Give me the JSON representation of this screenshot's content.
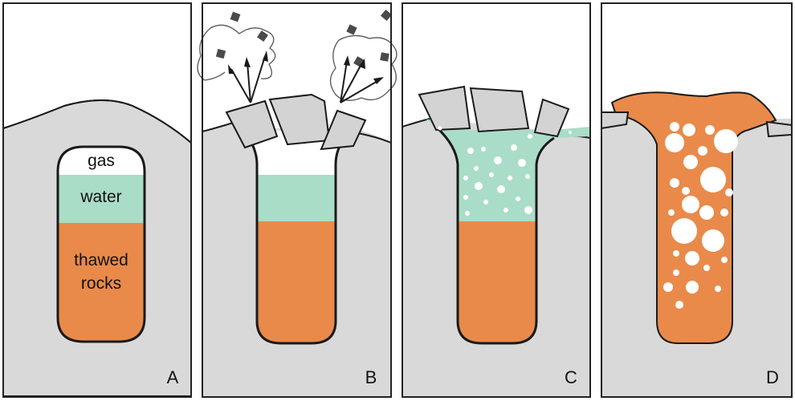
{
  "labels": {
    "gas": "gas",
    "water": "water",
    "thawed_line1": "thawed",
    "thawed_line2": "rocks"
  },
  "panels": [
    {
      "letter": "A"
    },
    {
      "letter": "B"
    },
    {
      "letter": "C"
    },
    {
      "letter": "D"
    }
  ],
  "colors": {
    "ground": "#d9d9d9",
    "orange": "#e98a4a",
    "water": "#a9ddc7",
    "gas": "#ffffff",
    "outline": "#1a1a1a",
    "fragment": "#d3d3d3",
    "debris": "#4a4a4a"
  }
}
